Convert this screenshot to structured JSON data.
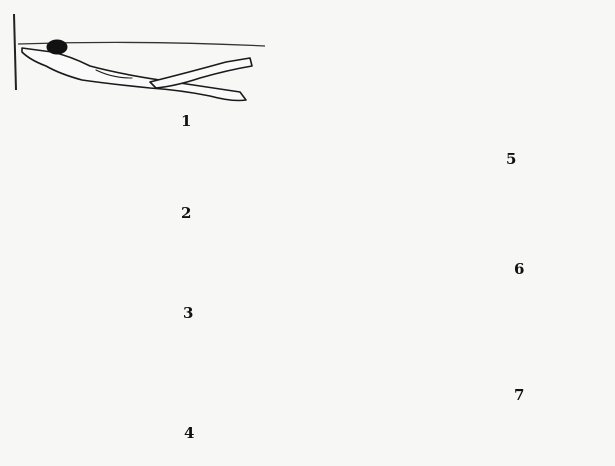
{
  "header": {
    "clipped_text": ""
  },
  "figure": {
    "panels": [
      {
        "label": "1"
      },
      {
        "label": "2"
      },
      {
        "label": "3"
      },
      {
        "label": "4"
      },
      {
        "label": "5"
      },
      {
        "label": "6"
      },
      {
        "label": "7"
      }
    ]
  },
  "colors": {
    "ink": "#111111",
    "paper": "#f7f7f5"
  }
}
